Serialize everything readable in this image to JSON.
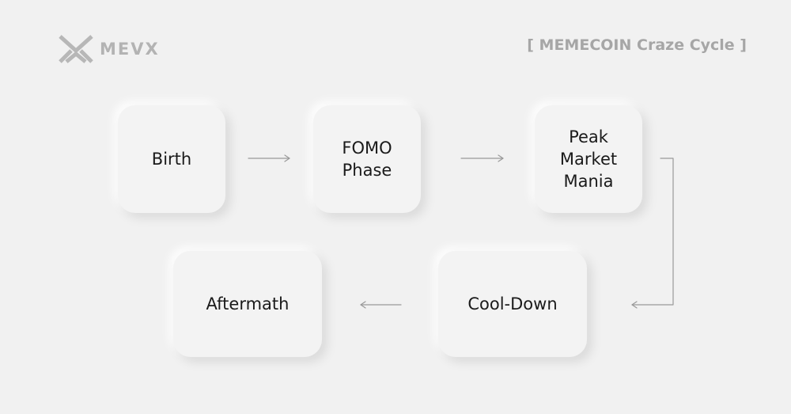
{
  "header": {
    "logo_text": "MEVX",
    "title": "[ MEMECOIN Craze Cycle ]"
  },
  "colors": {
    "background": "#f1f1f1",
    "node": "#f3f3f3",
    "arrow": "#9a9a9a",
    "logo": "#b3b3b3",
    "title": "#a6a6a6"
  },
  "diagram": {
    "nodes": [
      {
        "id": "birth",
        "label": "Birth"
      },
      {
        "id": "fomo",
        "label": "FOMO\nPhase"
      },
      {
        "id": "peak",
        "label": "Peak\nMarket\nMania"
      },
      {
        "id": "cooldown",
        "label": "Cool-Down"
      },
      {
        "id": "aftermath",
        "label": "Aftermath"
      }
    ],
    "edges": [
      {
        "from": "birth",
        "to": "fomo"
      },
      {
        "from": "fomo",
        "to": "peak"
      },
      {
        "from": "peak",
        "to": "cooldown"
      },
      {
        "from": "cooldown",
        "to": "aftermath"
      }
    ]
  }
}
